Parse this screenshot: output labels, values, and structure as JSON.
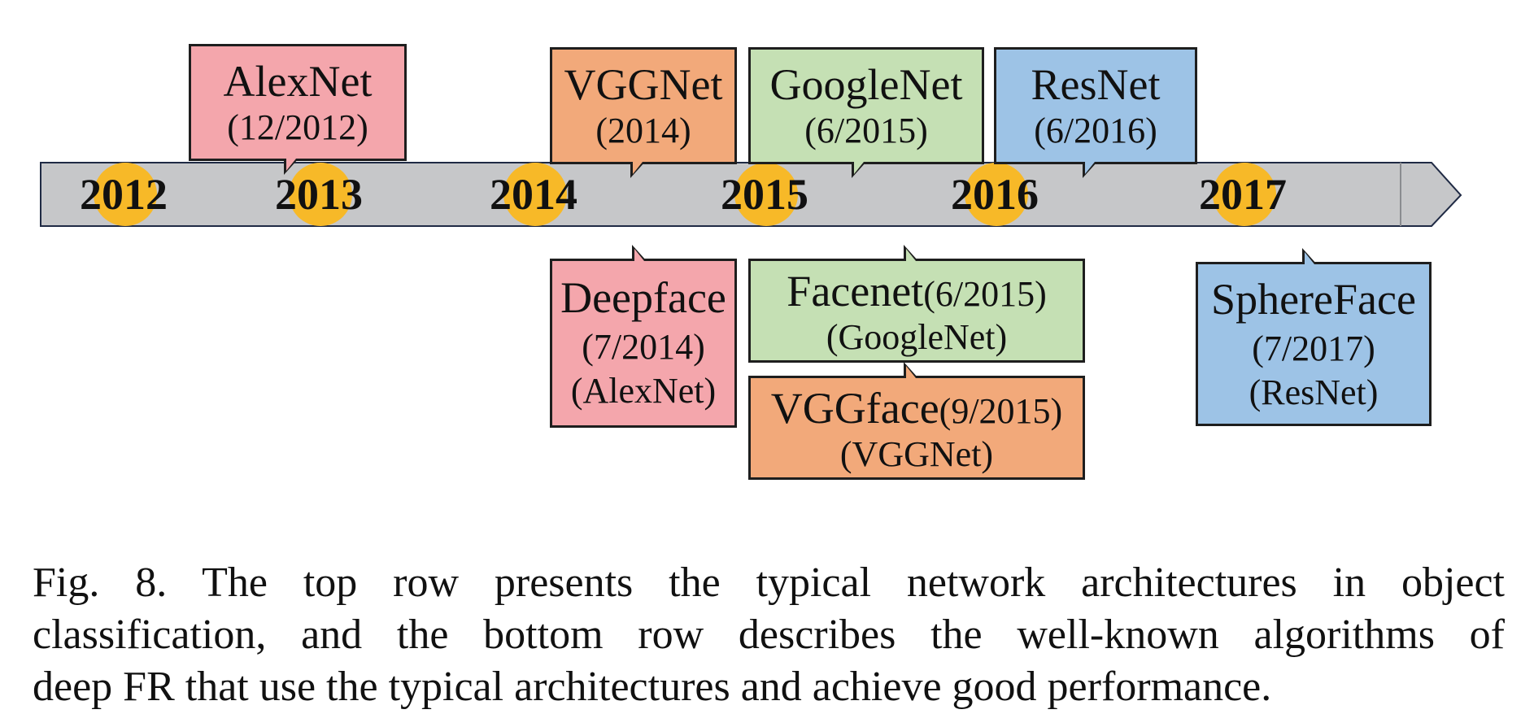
{
  "years": [
    "2012",
    "2013",
    "2014",
    "2015",
    "2016",
    "2017"
  ],
  "top_row": [
    {
      "name": "AlexNet",
      "date": "(12/2012)",
      "color": "#f4a6ac"
    },
    {
      "name": "VGGNet",
      "date": "(2014)",
      "color": "#f2a97a"
    },
    {
      "name": "GoogleNet",
      "date": "(6/2015)",
      "color": "#c5e0b4"
    },
    {
      "name": "ResNet",
      "date": "(6/2016)",
      "color": "#9dc3e6"
    }
  ],
  "bottom_row": [
    {
      "name": "Deepface",
      "date": "(7/2014)",
      "base": "(AlexNet)",
      "color": "#f4a6ac"
    },
    {
      "name": "Facenet",
      "date": "(6/2015)",
      "base": "(GoogleNet)",
      "color": "#c5e0b4"
    },
    {
      "name": "VGGface",
      "date": "(9/2015)",
      "base": "(VGGNet)",
      "color": "#f2a97a"
    },
    {
      "name": "SphereFace",
      "date": "(7/2017)",
      "base": "(ResNet)",
      "color": "#9dc3e6"
    }
  ],
  "colors": {
    "timeline_bar": "#c6c7c9",
    "year_marker": "#f7b928",
    "outline": "#1e1e1e"
  },
  "caption": {
    "line1": "Fig. 8.  The top row presents the typical network architectures in object",
    "line2": "classification, and the bottom row describes the well-known algorithms of",
    "line3": "deep FR that use the typical architectures and achieve good performance."
  }
}
